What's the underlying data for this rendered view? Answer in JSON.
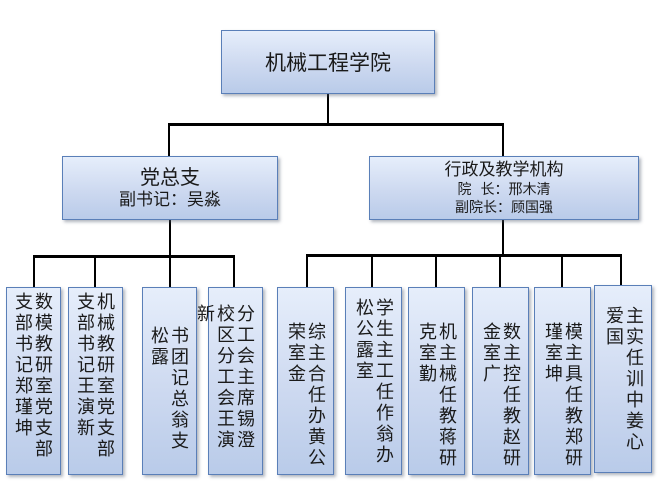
{
  "org_chart": {
    "root": {
      "label": "机械工程学院"
    },
    "branches": [
      {
        "title": "党总支",
        "subtitle": "副书记：吴淼",
        "children": [
          {
            "label": "数模教研室党支部支部书记郑瑾坤"
          },
          {
            "label": "机械教研室党支部支部书记王演新"
          },
          {
            "label": "书团记总翁支松露"
          },
          {
            "label": "分工会主席锡澄校区分工会王演新"
          }
        ]
      },
      {
        "title": "行政及教学机构",
        "line2": "院  长：邢木清",
        "line3": "副院长：顾国强",
        "children": [
          {
            "label": "综主合任办黄公荣室金"
          },
          {
            "label": "学生主工任作翁办松公露室"
          },
          {
            "label": "机主械任教蒋研克室勤"
          },
          {
            "label": "数主控任教赵研金室广"
          },
          {
            "label": "模主具任教郑研瑾室坤"
          },
          {
            "label": "主实任训中姜心爱国"
          }
        ]
      }
    ]
  }
}
